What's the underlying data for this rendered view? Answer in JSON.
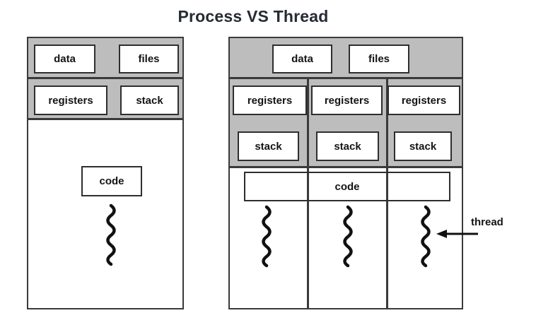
{
  "title": "Process VS Thread",
  "colors": {
    "gray": "#bdbdbd",
    "border": "#3a3a3a",
    "ink": "#141414",
    "title": "#262b33",
    "bg": "#ffffff"
  },
  "left_process": {
    "data": "data",
    "files": "files",
    "registers": "registers",
    "stack": "stack",
    "code": "code"
  },
  "right_process": {
    "data": "data",
    "files": "files",
    "columns": [
      {
        "registers": "registers",
        "stack": "stack"
      },
      {
        "registers": "registers",
        "stack": "stack"
      },
      {
        "registers": "registers",
        "stack": "stack"
      }
    ],
    "code": "code",
    "thread_label": "thread"
  },
  "icons": {
    "thread_squiggle": "wavy-line",
    "thread_pointer": "left-arrow"
  }
}
